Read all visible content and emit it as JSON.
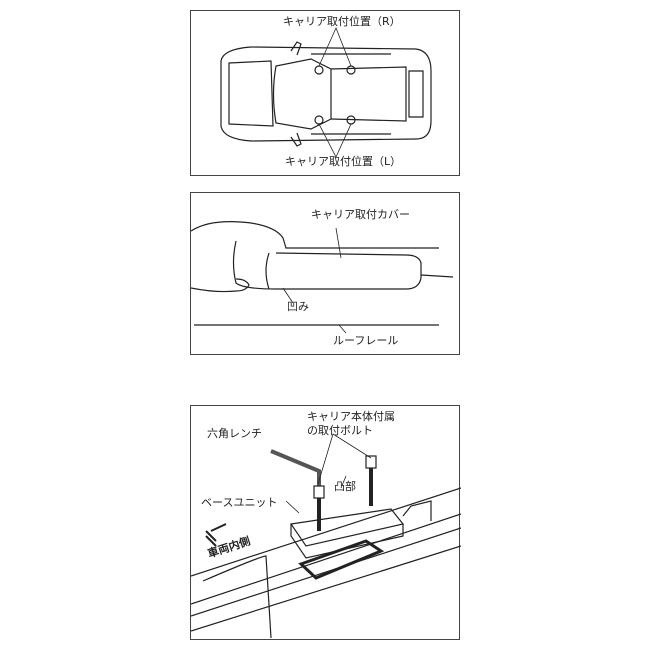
{
  "panel1": {
    "label_r": "キャリア取付位置（R）",
    "label_l": "キャリア取付位置（L）"
  },
  "panel2": {
    "cover_label": "キャリア取付カバー",
    "recess_label": "凹み",
    "rail_label": "ルーフレール"
  },
  "panel3": {
    "wrench_label": "六角レンチ",
    "bolt_label_1": "キャリア本体付属",
    "bolt_label_2": "の取付ボルト",
    "protrusion_label": "凸部",
    "base_label": "ベースユニット",
    "inner_label": "車両内側"
  }
}
